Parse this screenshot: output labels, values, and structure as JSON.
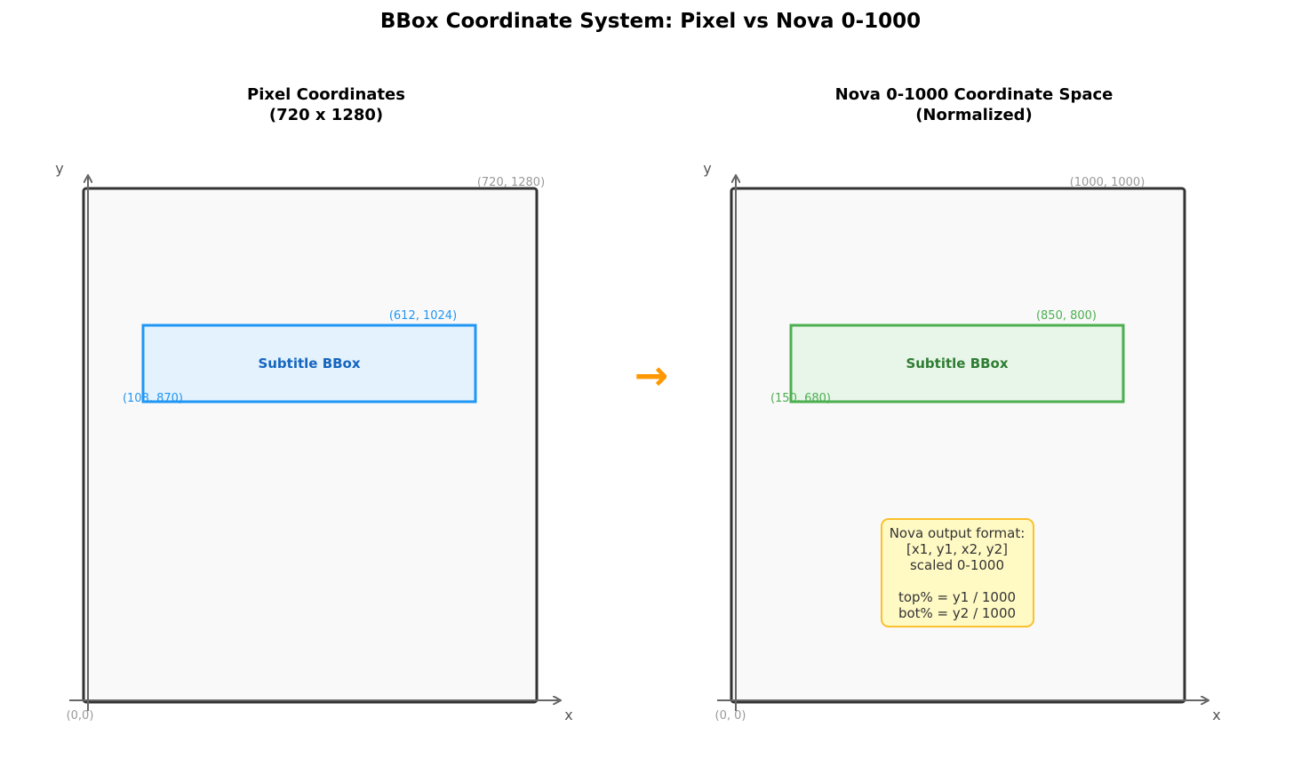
{
  "title": "BBox Coordinate System: Pixel vs Nova 0-1000",
  "colors": {
    "pixel_box_stroke": "#2196F3",
    "pixel_box_fill": "#E3F2FD",
    "pixel_label": "#1565C0",
    "pixel_coord_label": "#2196F3",
    "nova_box_stroke": "#4CAF50",
    "nova_box_fill": "#E8F5E9",
    "nova_label": "#2E7D32",
    "nova_coord_label": "#4CAF50",
    "frame_stroke": "#333333",
    "frame_fill": "#F9F9F9",
    "axis": "#666666",
    "corner_label": "#999999",
    "arrow": "#FF9800",
    "note_fill": "#FFF9C4",
    "note_stroke": "#FBC02D"
  },
  "left_panel": {
    "title_line1": "Pixel Coordinates",
    "title_line2": "(720 x 1280)",
    "axis_x_label": "x",
    "axis_y_label": "y",
    "origin_label": "(0,0)",
    "corner_label": "(720, 1280)",
    "bbox_label": "Subtitle BBox",
    "bbox_top_right_label": "(612, 1024)",
    "bbox_bottom_left_label": "(108, 870)"
  },
  "right_panel": {
    "title_line1": "Nova 0-1000 Coordinate Space",
    "title_line2": "(Normalized)",
    "axis_x_label": "x",
    "axis_y_label": "y",
    "origin_label": "(0, 0)",
    "corner_label": "(1000, 1000)",
    "bbox_label": "Subtitle BBox",
    "bbox_top_right_label": "(850, 800)",
    "bbox_bottom_left_label": "(150, 680)",
    "note_lines": [
      "Nova output format:",
      "[x1, y1, x2, y2]",
      "scaled 0-1000",
      "",
      "top% = y1 / 1000",
      "bot% = y2 / 1000"
    ]
  },
  "arrow_symbol": "→"
}
